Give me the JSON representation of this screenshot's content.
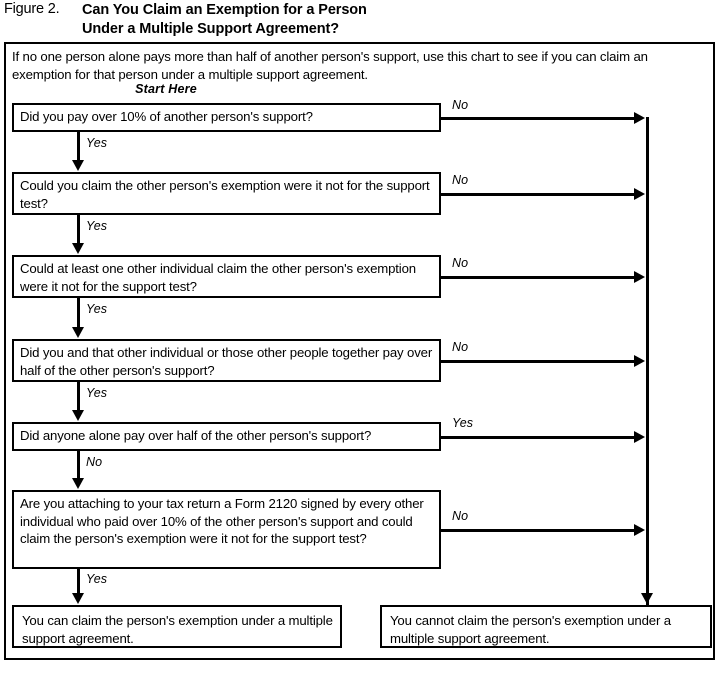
{
  "figure": {
    "label": "Figure 2.",
    "title": "Can You Claim an Exemption for a Person\nUnder a Multiple Support Agreement?"
  },
  "intro": "If no one person alone pays more than half of another person's support, use this chart to see if you can claim an exemption for that person under a multiple support agreement.",
  "start_label": "Start Here",
  "chart_data": {
    "type": "diagram",
    "title": "Can You Claim an Exemption for a Person Under a Multiple Support Agreement?",
    "nodes": [
      {
        "id": "q1",
        "kind": "decision",
        "text": "Did you pay over 10% of another person's support?"
      },
      {
        "id": "q2",
        "kind": "decision",
        "text": "Could you claim the other person's exemption were it not for the support test?"
      },
      {
        "id": "q3",
        "kind": "decision",
        "text": "Could at least one other individual claim the other person's exemption were it not for the support test?"
      },
      {
        "id": "q4",
        "kind": "decision",
        "text": "Did you and that other individual or those other people together pay over half of the other person's support?"
      },
      {
        "id": "q5",
        "kind": "decision",
        "text": "Did anyone alone pay over half of the other person's support?"
      },
      {
        "id": "q6",
        "kind": "decision",
        "text": "Are you attaching to your tax return a Form 2120 signed by every other individual who paid over 10% of the other person's support and could claim the person's exemption were it not for the support test?"
      },
      {
        "id": "yes_result",
        "kind": "terminal",
        "text": "You can claim the person's exemption under a multiple support agreement."
      },
      {
        "id": "no_result",
        "kind": "terminal",
        "text": "You cannot claim the person's exemption under a multiple support agreement."
      }
    ],
    "edges": [
      {
        "from": "q1",
        "to": "q2",
        "label": "Yes"
      },
      {
        "from": "q1",
        "to": "no_result",
        "label": "No"
      },
      {
        "from": "q2",
        "to": "q3",
        "label": "Yes"
      },
      {
        "from": "q2",
        "to": "no_result",
        "label": "No"
      },
      {
        "from": "q3",
        "to": "q4",
        "label": "Yes"
      },
      {
        "from": "q3",
        "to": "no_result",
        "label": "No"
      },
      {
        "from": "q4",
        "to": "q5",
        "label": "Yes"
      },
      {
        "from": "q4",
        "to": "no_result",
        "label": "No"
      },
      {
        "from": "q5",
        "to": "q6",
        "label": "No"
      },
      {
        "from": "q5",
        "to": "no_result",
        "label": "Yes"
      },
      {
        "from": "q6",
        "to": "yes_result",
        "label": "Yes"
      },
      {
        "from": "q6",
        "to": "no_result",
        "label": "No"
      }
    ]
  },
  "labels": {
    "yes": "Yes",
    "no": "No"
  },
  "colors": {
    "line": "#000000",
    "background": "#ffffff"
  }
}
